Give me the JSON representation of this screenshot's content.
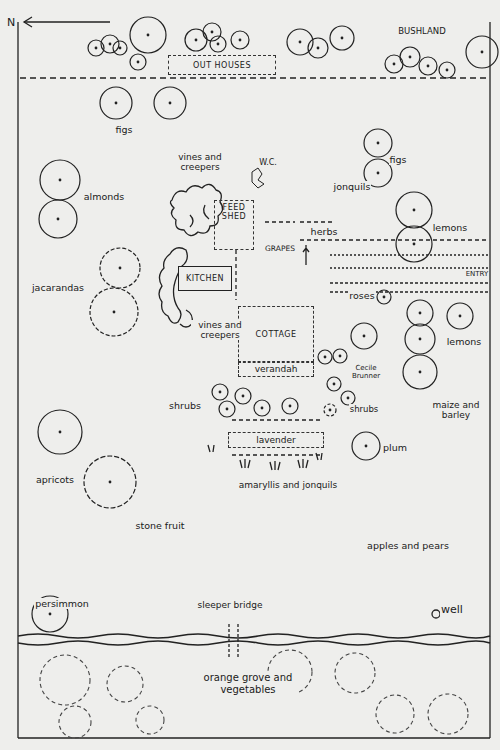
{
  "diagram": {
    "nodes": [
      {
        "text": [
          "OUT HOUSES"
        ]
      },
      {
        "text": [
          "FEED SHED"
        ]
      },
      {
        "text": [
          "KITCHEN"
        ]
      },
      {
        "text": [
          "COTTAGE"
        ]
      },
      {
        "text": [
          "verandah"
        ]
      },
      {
        "text": [
          "lavender"
        ]
      }
    ],
    "labels": [
      "N",
      "BUSHLAND",
      "figs",
      "vines and creepers",
      "W.C.",
      "figs",
      "jonquils",
      "lemons",
      "herbs",
      "GRAPES",
      "almonds",
      "ENTRY",
      "jacarandas",
      "roses",
      "vines and creepers",
      "lemons",
      "Cecile Brunner",
      "shrubs",
      "shrubs",
      "maize and barley",
      "plum",
      "apricots",
      "amaryllis and jonquils",
      "stone fruit",
      "apples and pears",
      "persimmon",
      "sleeper bridge",
      "well",
      "orange grove and vegetables"
    ]
  }
}
